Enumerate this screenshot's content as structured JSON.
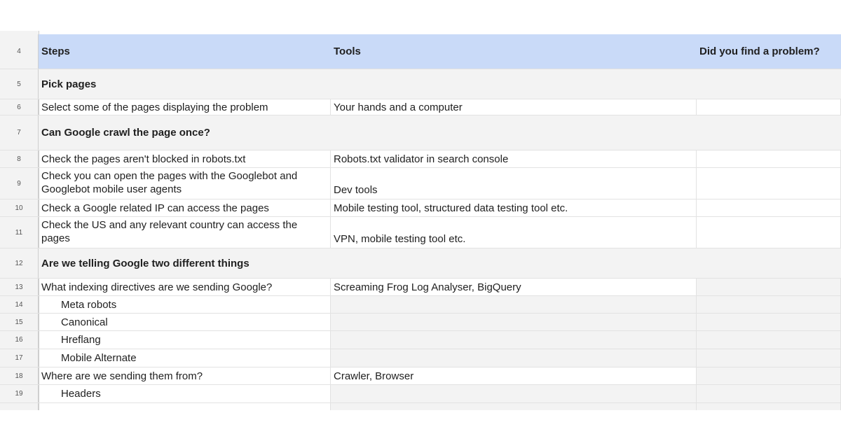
{
  "header": {
    "row": "4",
    "steps": "Steps",
    "tools": "Tools",
    "problem": "Did you find a problem?"
  },
  "rows": [
    {
      "num": "5",
      "text": "Pick pages"
    },
    {
      "num": "6",
      "step": "Select some of the pages displaying the problem",
      "tool": "Your hands and a computer"
    },
    {
      "num": "7",
      "text": "Can Google crawl the page once?"
    },
    {
      "num": "8",
      "step": "Check the pages aren't blocked in robots.txt",
      "tool": "Robots.txt validator in search console"
    },
    {
      "num": "9",
      "step": "Check you can open the pages with the Googlebot and Googlebot mobile user agents",
      "tool": "Dev tools"
    },
    {
      "num": "10",
      "step": "Check a Google related IP can access the pages",
      "tool": "Mobile testing tool, structured data testing tool etc."
    },
    {
      "num": "11",
      "step": "Check the US and any relevant country can access the pages",
      "tool": "VPN, mobile testing tool etc."
    },
    {
      "num": "12",
      "text": "Are we telling Google two different things"
    },
    {
      "num": "13",
      "step": "What indexing directives are we sending Google?",
      "tool": "Screaming Frog Log Analyser, BigQuery"
    },
    {
      "num": "14",
      "step": "Meta robots"
    },
    {
      "num": "15",
      "step": "Canonical"
    },
    {
      "num": "16",
      "step": "Hreflang"
    },
    {
      "num": "17",
      "step": "Mobile Alternate"
    },
    {
      "num": "18",
      "step": "Where are we sending them from?",
      "tool": "Crawler, Browser"
    },
    {
      "num": "19",
      "step": "Headers"
    }
  ]
}
